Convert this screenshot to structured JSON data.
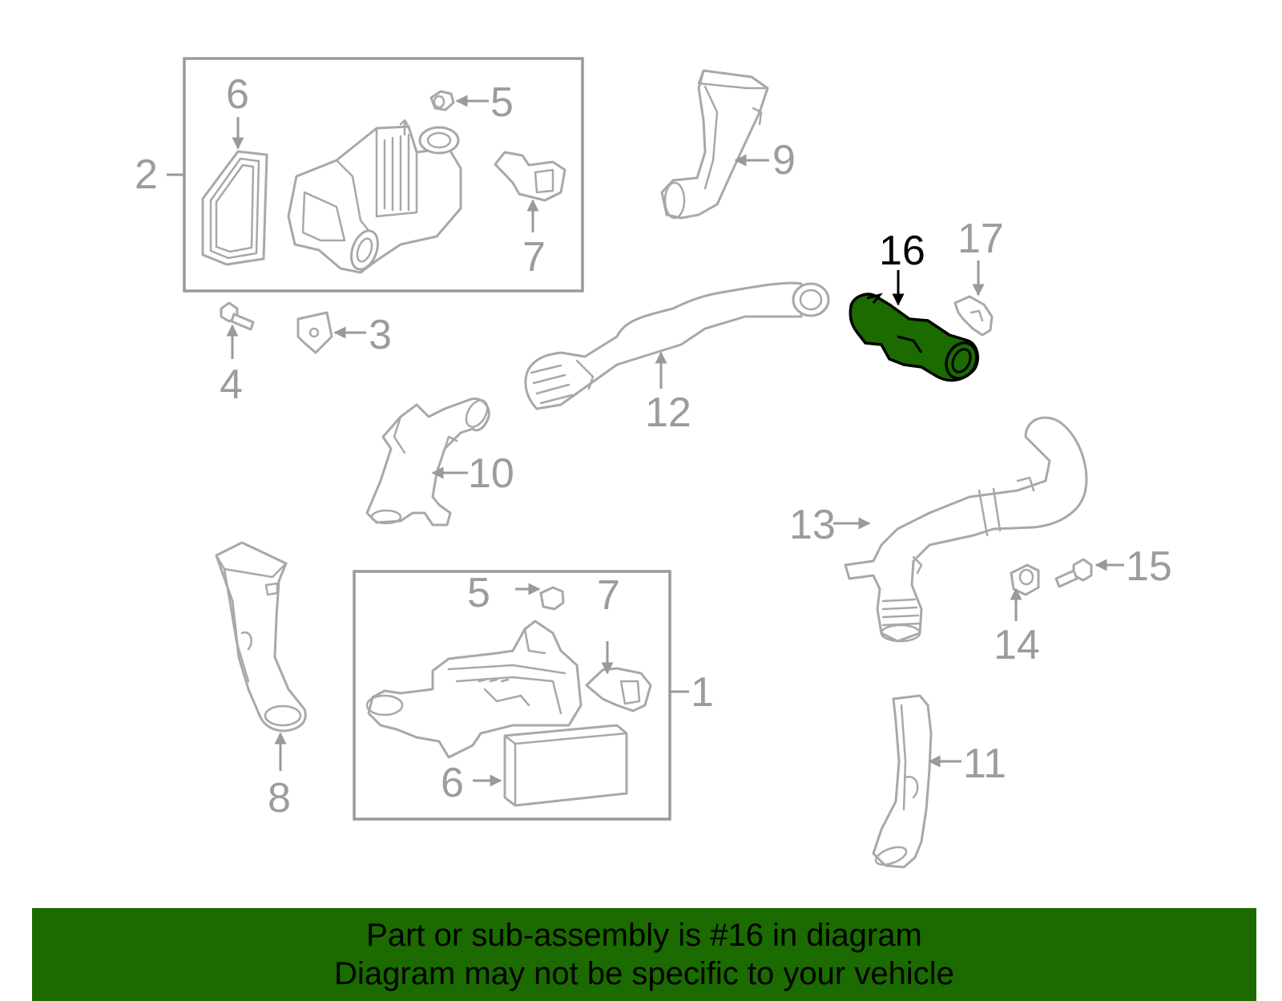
{
  "callouts": {
    "c1": "1",
    "c2": "2",
    "c3": "3",
    "c4": "4",
    "c5a": "5",
    "c5b": "5",
    "c6a": "6",
    "c6b": "6",
    "c7a": "7",
    "c7b": "7",
    "c8": "8",
    "c9": "9",
    "c10": "10",
    "c11": "11",
    "c12": "12",
    "c13": "13",
    "c14": "14",
    "c15": "15",
    "c16": "16",
    "c17": "17"
  },
  "highlighted_part": "16",
  "highlight_color": "#1b6b00",
  "banner": {
    "line1": "Part or sub-assembly is #16 in diagram",
    "line2": "Diagram may not be specific to your vehicle"
  }
}
